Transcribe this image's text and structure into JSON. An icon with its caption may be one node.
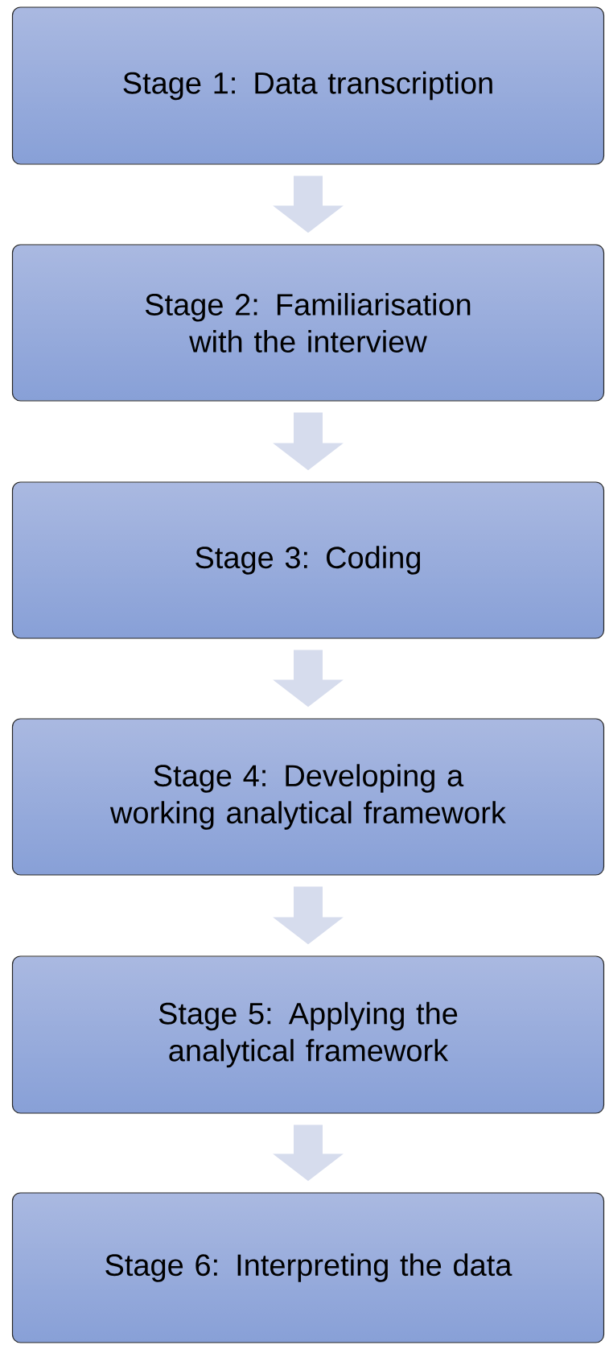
{
  "diagram": {
    "nodes": [
      {
        "text": [
          "Stage 1: Data transcription"
        ]
      },
      {
        "text": [
          "Stage 2: Familiarisation with the interview"
        ]
      },
      {
        "text": [
          "Stage 3: Coding"
        ]
      },
      {
        "text": [
          "Stage 4: Developing a working analytical framework"
        ]
      },
      {
        "text": [
          "Stage 5: Applying the analytical framework"
        ]
      },
      {
        "text": [
          "Stage 6: Interpreting the data"
        ]
      }
    ],
    "edges": [
      {
        "from": 0,
        "to": 1,
        "arrow": "to"
      },
      {
        "from": 1,
        "to": 2,
        "arrow": "to"
      },
      {
        "from": 2,
        "to": 3,
        "arrow": "to"
      },
      {
        "from": 3,
        "to": 4,
        "arrow": "to"
      },
      {
        "from": 4,
        "to": 5,
        "arrow": "to"
      }
    ]
  }
}
